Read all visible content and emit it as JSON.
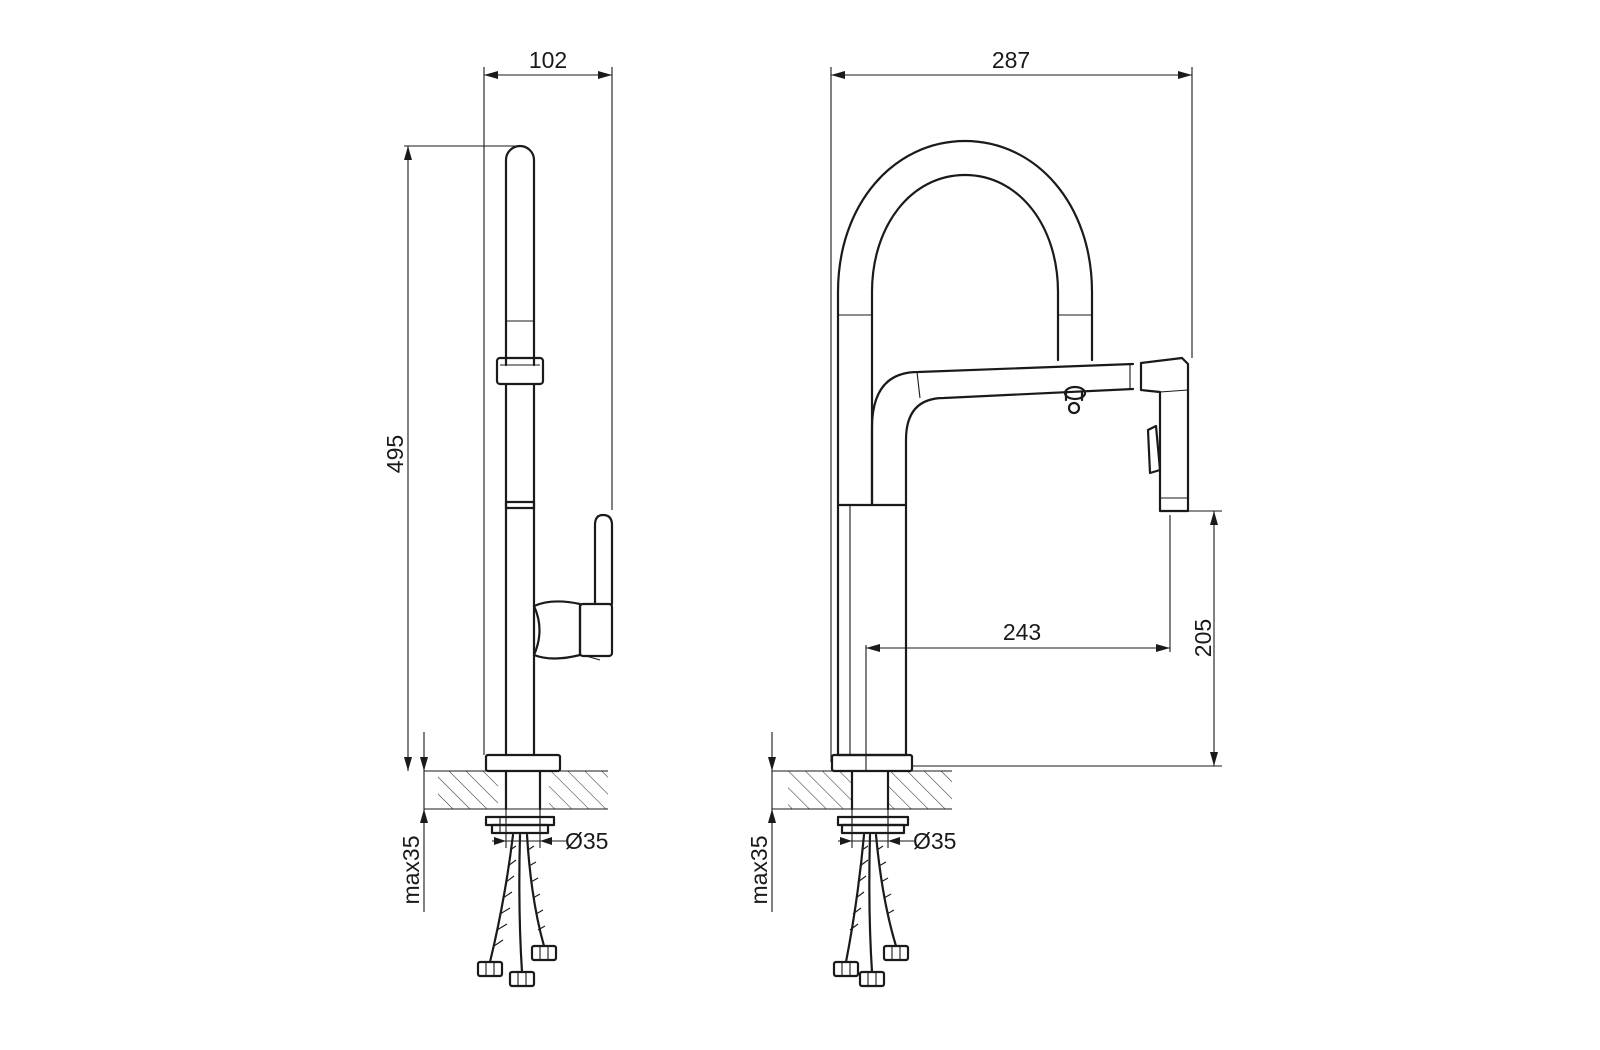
{
  "dimensions": {
    "side_width": "102",
    "side_height": "495",
    "side_hole": "Ø35",
    "side_max": "max35",
    "front_width": "287",
    "front_reach": "243",
    "front_spout_height": "205",
    "front_hole": "Ø35",
    "front_max": "max35"
  }
}
